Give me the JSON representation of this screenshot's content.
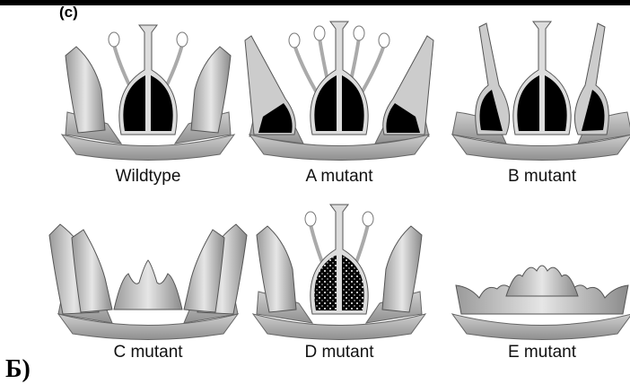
{
  "panel_label": "(c)",
  "section_label": "Б)",
  "flowers": [
    {
      "label": "Wildtype",
      "sepals": true,
      "petals": true,
      "stamens": 2,
      "carpels": true,
      "ovule_fill": "solid"
    },
    {
      "label": "A mutant",
      "sepals": false,
      "petals": false,
      "stamens": 4,
      "carpels": true,
      "ovule_fill": "solid"
    },
    {
      "label": "B mutant",
      "sepals": true,
      "petals": false,
      "stamens": 0,
      "carpels": true,
      "ovule_fill": "solid"
    },
    {
      "label": "C mutant",
      "sepals": true,
      "petals": true,
      "stamens": 0,
      "carpels": false,
      "ovule_fill": "none"
    },
    {
      "label": "D mutant",
      "sepals": true,
      "petals": true,
      "stamens": 2,
      "carpels": true,
      "ovule_fill": "dotted"
    },
    {
      "label": "E mutant",
      "sepals": true,
      "petals": false,
      "stamens": 0,
      "carpels": false,
      "ovule_fill": "none"
    }
  ],
  "colors": {
    "organ_fill": "#bdbdbd",
    "organ_stroke": "#555555",
    "ovule": "#000000",
    "text": "#111111"
  }
}
